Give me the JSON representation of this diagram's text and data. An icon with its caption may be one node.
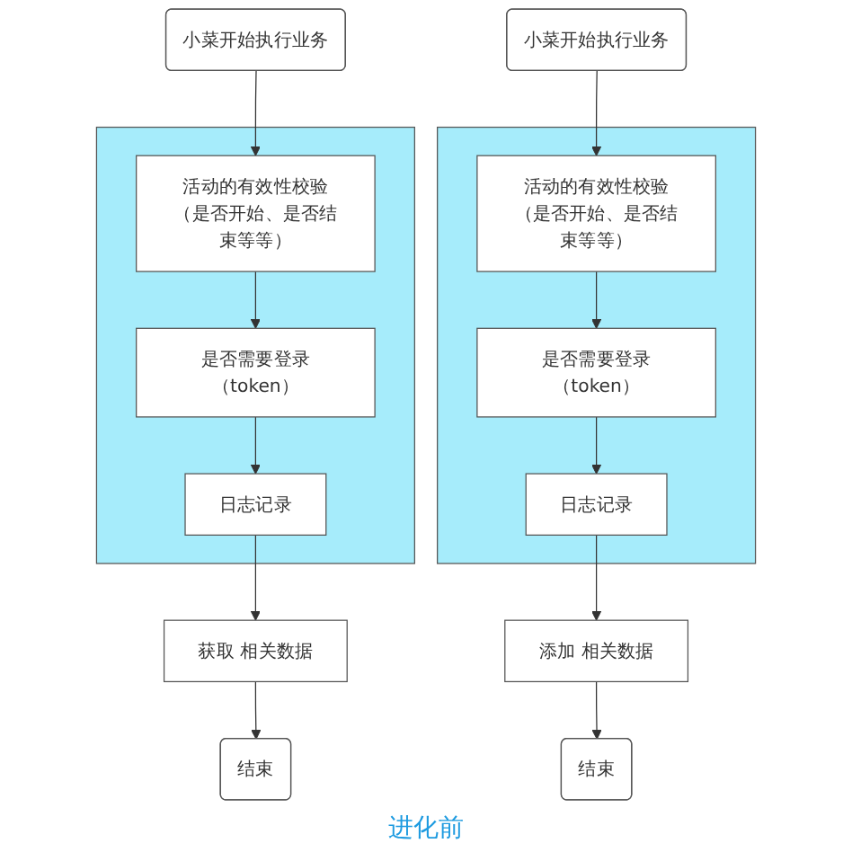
{
  "diagram": {
    "nodes": [
      {
        "text": [
          "小菜开始执行业务"
        ]
      },
      {
        "text": [],
        "shape": "box"
      },
      {
        "text": [
          "活动的有效性校验（是否开始、是否结束等等）"
        ],
        "in": 1
      },
      {
        "text": [
          "是否需要登录（token）"
        ],
        "in": 1
      },
      {
        "text": [
          "日志记录"
        ],
        "in": 1
      },
      {
        "text": [
          "获取 相关数据"
        ]
      },
      {
        "text": [
          "结束"
        ]
      },
      {
        "text": [
          "小菜开始执行业务"
        ]
      },
      {
        "text": [],
        "shape": "box"
      },
      {
        "text": [
          "活动的有效性校验（是否开始、是否结束等等）"
        ],
        "in": 8
      },
      {
        "text": [
          "是否需要登录（token）"
        ],
        "in": 8
      },
      {
        "text": [
          "日志记录"
        ],
        "in": 8
      },
      {
        "text": [
          "添加 相关数据"
        ]
      },
      {
        "text": [
          "结束"
        ]
      }
    ],
    "edges": [
      {
        "from": 0,
        "to": 2,
        "arrow": "to"
      },
      {
        "from": 2,
        "to": 3,
        "arrow": "to"
      },
      {
        "from": 3,
        "to": 4,
        "arrow": "to"
      },
      {
        "from": 4,
        "to": 5,
        "arrow": "to"
      },
      {
        "from": 5,
        "to": 6,
        "arrow": "to"
      },
      {
        "from": 7,
        "to": 9,
        "arrow": "to"
      },
      {
        "from": 9,
        "to": 10,
        "arrow": "to"
      },
      {
        "from": 10,
        "to": 11,
        "arrow": "to"
      },
      {
        "from": 11,
        "to": 12,
        "arrow": "to"
      },
      {
        "from": 12,
        "to": 13,
        "arrow": "to"
      }
    ],
    "labels": [
      "进化前"
    ]
  }
}
